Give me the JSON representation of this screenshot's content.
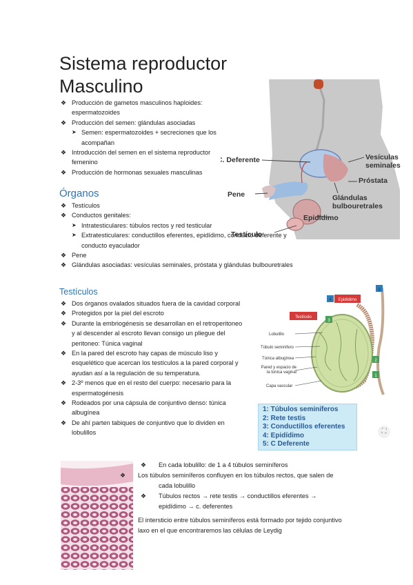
{
  "title_line1": "Sistema reproductor",
  "title_line2": "Masculino",
  "intro_items": [
    {
      "text": "Producción de gametos masculinos haploides: espermatozoides",
      "level": 1
    },
    {
      "text": "Producción del semen: glándulas asociadas",
      "level": 1
    },
    {
      "text": "Semen: espermatozoides + secreciones que los acompañan",
      "level": 2
    },
    {
      "text": "Introducción del semen en el sistema reproductor femenino",
      "level": 1
    },
    {
      "text": "Producción de hormonas sexuales masculinas",
      "level": 1
    }
  ],
  "organos": {
    "heading": "Órganos",
    "items": [
      {
        "text": "Testículos",
        "level": 1
      },
      {
        "text": "Conductos genitales:",
        "level": 1
      },
      {
        "text": "Intratesticulares: túbulos rectos y red testicular",
        "level": 2
      },
      {
        "text": "Extratesticulares: conductillos eferentes, epidídimo, conducto deferente y conducto eyaculador",
        "level": 2
      },
      {
        "text": "Pene",
        "level": 1
      },
      {
        "text": "Glándulas asociadas: vesículas seminales, próstata y glándulas bulbouretrales",
        "level": 1
      }
    ]
  },
  "testiculos": {
    "heading": "Testículos",
    "items": [
      "Dos órganos ovalados situados fuera de la cavidad corporal",
      "Protegidos por la piel del escroto",
      "Durante la embriogénesis se desarrollan en el retroperitoneo y al descender al escroto llevan consigo un pliegue del peritoneo: Túnica vaginal",
      "En la pared del escroto hay capas de músculo liso y esquelético que acercan los testículos a la pared corporal y ayudan así a la regulación de su temperatura.",
      "2-3º menos que en el resto del cuerpo: necesario para la espermatogénesis",
      "Rodeados por una cápsula de conjuntivo denso: túnica albugínea",
      "De ahí parten tabiques de conjuntivo que lo dividen en lobulillos"
    ]
  },
  "lobulillo_items": [
    "En cada lobulillo: de 1 a 4 túbulos seminíferos",
    "Los túbulos seminíferos confluyen en los túbulos rectos, que salen de cada lobulillo",
    "Túbulos rectos → rete testis → conductillos eferentes → epidídimo → c. deferentes"
  ],
  "intersticio": "El intersticio entre túbulos seminíferos está formado por tejido conjuntivo laxo en el que encontraremos las células de Leydig",
  "fig1_labels": {
    "deferente": "C. Deferente",
    "vesiculas": "Vesículas seminales",
    "prostata": "Próstata",
    "glandulas": "Glándulas bulbouretrales",
    "pene": "Pene",
    "epididimo": "Epidídimo",
    "testiculo": "Testículo"
  },
  "fig2_labels": {
    "epididimo_tag": "Epidídimo",
    "testiculo_tag": "Testículo",
    "lobulillo": "Lobulillo",
    "tubulo": "Túbulo seminífero",
    "tunica": "Túnica albugínea",
    "pared": "Pared y espacio de la túnica vaginal",
    "capa": "Capa vascular",
    "num1": "1",
    "num2": "2",
    "num3": "3",
    "num4": "4",
    "num5": "5"
  },
  "fig2_legend": [
    "1: Túbulos seminíferos",
    "2: Rete testis",
    "3: Conductillos eferentes",
    "4: Epidídimo",
    "5: C Deferente"
  ],
  "colors": {
    "heading": "#2e74b5",
    "legend_bg": "#ccebf7",
    "legend_text": "#2a5a96"
  },
  "icons": {
    "bullet": "❖",
    "sub_bullet": "➤"
  }
}
